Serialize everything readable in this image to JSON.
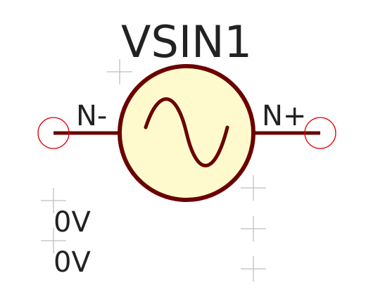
{
  "component": {
    "reference": "VSIN1",
    "symbol_icon": "sine-wave-source-icon",
    "body_fill": "#fffacd",
    "outline_color": "#6b0000"
  },
  "pins": [
    {
      "name": "N-",
      "side": "left"
    },
    {
      "name": "N+",
      "side": "right"
    }
  ],
  "pin_marker_color": "#e00000",
  "crosshair_color": "#bfbfbf",
  "text_color": "#222222",
  "fields": {
    "value_1": "0V",
    "value_2": "0V"
  }
}
